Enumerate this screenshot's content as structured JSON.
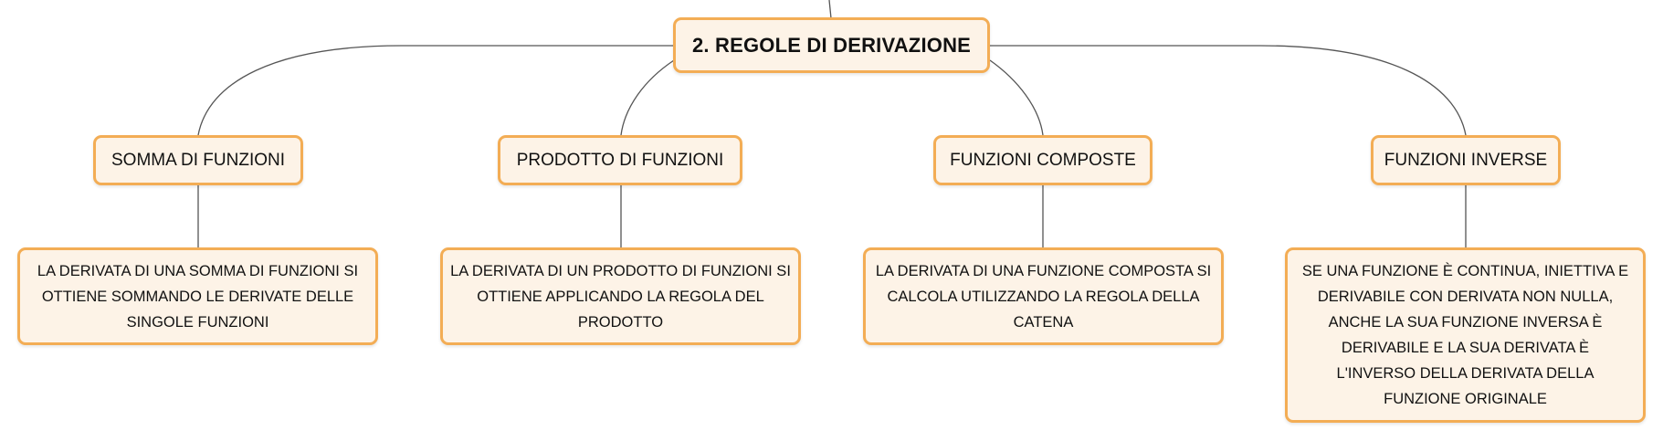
{
  "root": {
    "title": "2. REGOLE DI DERIVAZIONE"
  },
  "branches": [
    {
      "title": "SOMMA DI FUNZIONI",
      "description": "LA DERIVATA DI UNA SOMMA DI FUNZIONI SI OTTIENE SOMMANDO LE DERIVATE DELLE SINGOLE FUNZIONI"
    },
    {
      "title": "PRODOTTO DI FUNZIONI",
      "description": "LA DERIVATA DI UN PRODOTTO DI FUNZIONI SI OTTIENE APPLICANDO LA REGOLA DEL PRODOTTO"
    },
    {
      "title": "FUNZIONI COMPOSTE",
      "description": "LA DERIVATA DI UNA FUNZIONE COMPOSTA SI CALCOLA UTILIZZANDO LA REGOLA DELLA CATENA"
    },
    {
      "title": "FUNZIONI INVERSE",
      "description": "SE UNA FUNZIONE È CONTINUA, INIETTIVA E DERIVABILE CON DERIVATA NON NULLA, ANCHE LA SUA FUNZIONE INVERSA È DERIVABILE E LA SUA DERIVATA È L'INVERSO DELLA DERIVATA DELLA FUNZIONE ORIGINALE"
    }
  ],
  "colors": {
    "node_fill": "#fdf3e7",
    "node_border": "#f3ad55",
    "connector": "#555555"
  }
}
